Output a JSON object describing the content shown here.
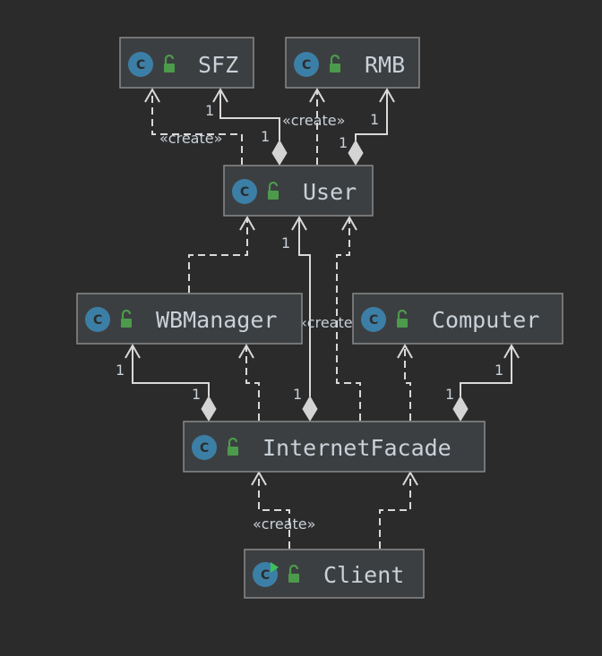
{
  "classes": {
    "sfz": {
      "name": "SFZ",
      "icon": "class-icon"
    },
    "rmb": {
      "name": "RMB",
      "icon": "class-icon"
    },
    "user": {
      "name": "User",
      "icon": "class-icon"
    },
    "wbmanager": {
      "name": "WBManager",
      "icon": "class-icon"
    },
    "computer": {
      "name": "Computer",
      "icon": "class-icon"
    },
    "internetfacade": {
      "name": "InternetFacade",
      "icon": "class-icon"
    },
    "client": {
      "name": "Client",
      "icon": "runnable-class-icon"
    }
  },
  "icons": {
    "class_letter": "C",
    "visibility": "public-lock-icon"
  },
  "relations": {
    "user_sfz": {
      "type": "composition",
      "mult_source": "1",
      "mult_target": "1"
    },
    "user_sfz_create": {
      "type": "dependency",
      "label": "«create»"
    },
    "user_rmb": {
      "type": "composition",
      "mult_source": "1",
      "mult_target": "1"
    },
    "user_rmb_create": {
      "type": "dependency",
      "label": "«create»"
    },
    "facade_user": {
      "type": "composition",
      "mult_source": "1",
      "mult_target": "1"
    },
    "facade_user_create": {
      "type": "dependency",
      "label": "«create»"
    },
    "wbmanager_user": {
      "type": "dependency"
    },
    "facade_wbmanager": {
      "type": "composition",
      "mult_source": "1",
      "mult_target": "1"
    },
    "facade_wbmanager_dep": {
      "type": "dependency"
    },
    "facade_computer": {
      "type": "composition",
      "mult_source": "1",
      "mult_target": "1"
    },
    "facade_computer_dep": {
      "type": "dependency"
    },
    "client_facade_create": {
      "type": "dependency",
      "label": "«create»"
    },
    "client_facade_dep": {
      "type": "dependency"
    }
  },
  "colors": {
    "background": "#2b2b2b",
    "box_fill": "#3c3f41",
    "box_border": "#8a8a8a",
    "line": "#d9d9d9",
    "class_icon": "#3c7fa6",
    "lock_icon": "#4c9a4c",
    "runnable_marker": "#3fbf5a"
  }
}
